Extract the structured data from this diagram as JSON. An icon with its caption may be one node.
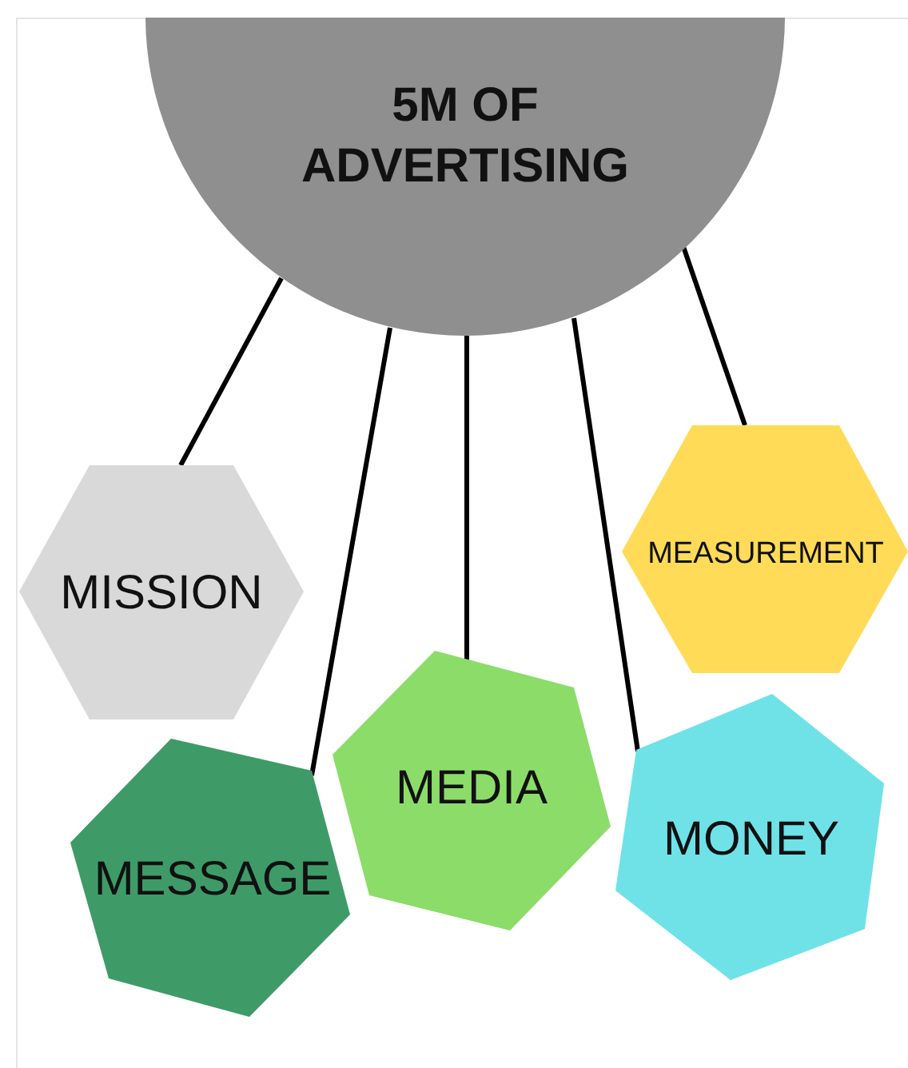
{
  "diagram": {
    "nodes": [
      {
        "text": [
          "5M OF ADVERTISING"
        ]
      },
      {
        "text": [
          "MISSION"
        ]
      },
      {
        "text": [
          "MEASUREMENT"
        ]
      },
      {
        "text": [
          "MESSAGE"
        ]
      },
      {
        "text": [
          "MEDIA"
        ]
      },
      {
        "text": [
          "MONEY"
        ]
      }
    ],
    "edges": [
      {
        "from": 0,
        "to": 1,
        "arrow": "none"
      },
      {
        "from": 0,
        "to": 3,
        "arrow": "none"
      },
      {
        "from": 0,
        "to": 4,
        "arrow": "none"
      },
      {
        "from": 0,
        "to": 5,
        "arrow": "none"
      },
      {
        "from": 0,
        "to": 2,
        "arrow": "none"
      }
    ]
  }
}
